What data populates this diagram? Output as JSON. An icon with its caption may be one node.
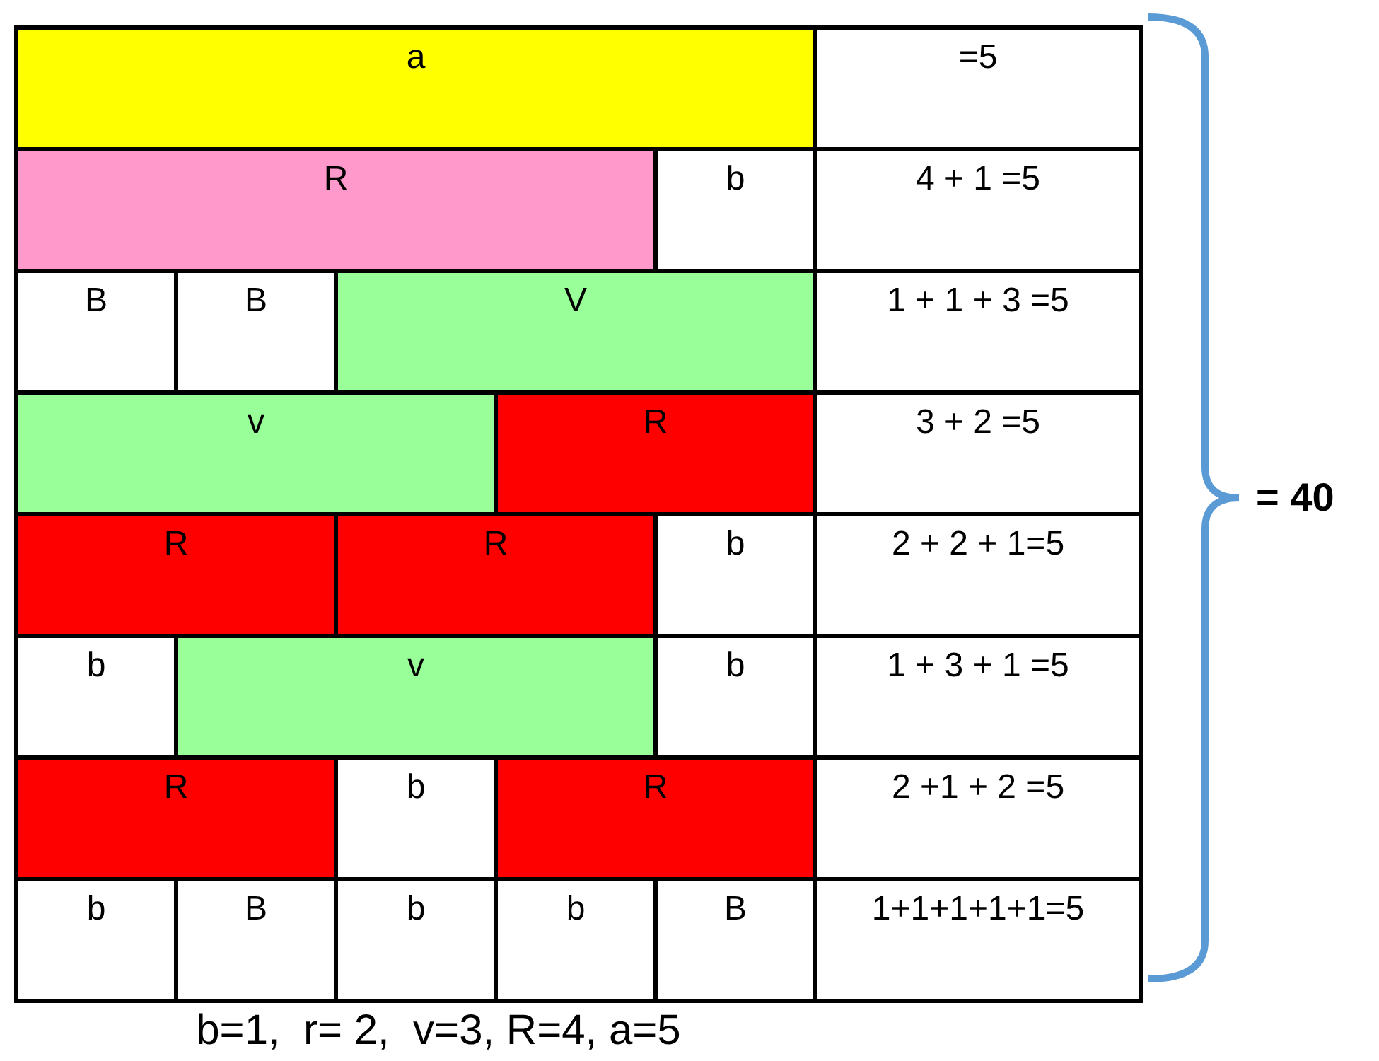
{
  "diagram": {
    "nodes": [
      {
        "text": [
          "a"
        ]
      },
      {
        "text": [
          "=5"
        ]
      },
      {
        "text": [
          "R"
        ]
      },
      {
        "text": [
          "b"
        ]
      },
      {
        "text": [
          "4 + 1 =5"
        ]
      },
      {
        "text": [
          "B"
        ]
      },
      {
        "text": [
          "B"
        ]
      },
      {
        "text": [
          "V"
        ]
      },
      {
        "text": [
          "1 + 1 + 3 =5"
        ]
      },
      {
        "text": [
          "v"
        ]
      },
      {
        "text": [
          "R"
        ]
      },
      {
        "text": [
          "3 + 2 =5"
        ]
      },
      {
        "text": [
          "R"
        ]
      },
      {
        "text": [
          "R"
        ]
      },
      {
        "text": [
          "b"
        ]
      },
      {
        "text": [
          "2 + 2 + 1=5"
        ]
      },
      {
        "text": [
          "b"
        ]
      },
      {
        "text": [
          "v"
        ]
      },
      {
        "text": [
          "b"
        ]
      },
      {
        "text": [
          "1 + 3 + 1 =5"
        ]
      },
      {
        "text": [
          "R"
        ]
      },
      {
        "text": [
          "b"
        ]
      },
      {
        "text": [
          "R"
        ]
      },
      {
        "text": [
          "2 +1 + 2 =5"
        ]
      },
      {
        "text": [
          "b"
        ]
      },
      {
        "text": [
          "B"
        ]
      },
      {
        "text": [
          "b"
        ]
      },
      {
        "text": [
          "b"
        ]
      },
      {
        "text": [
          "B"
        ]
      },
      {
        "text": [
          "1+1+1+1+1=5"
        ]
      }
    ],
    "labels": [
      "= 40",
      "b=1,  r= 2,  v=3, R=4, a=5"
    ]
  }
}
